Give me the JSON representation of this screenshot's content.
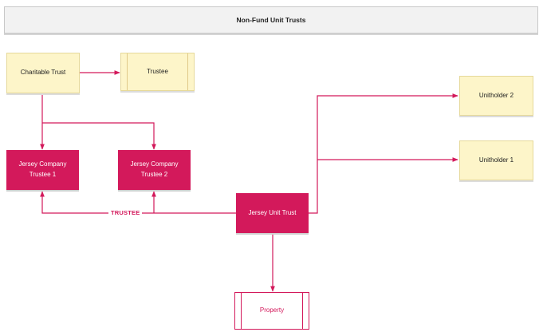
{
  "title": "Non-Fund Unit Trusts",
  "nodes": {
    "charitable_trust": "Charitable Trust",
    "trustee": "Trustee",
    "jersey_company_trustee_1": "Jersey Company Trustee 1",
    "jersey_company_trustee_2": "Jersey Company Trustee 2",
    "jersey_unit_trust": "Jersey Unit Trust",
    "unitholder_2": "Unitholder 2",
    "unitholder_1": "Unitholder 1",
    "property": "Property"
  },
  "edge_labels": {
    "trustee_relation": "TRUSTEE"
  },
  "colors": {
    "accent": "#d3195b",
    "node_fill_yellow": "#fdf5c9",
    "banner_fill": "#f2f2f2"
  }
}
